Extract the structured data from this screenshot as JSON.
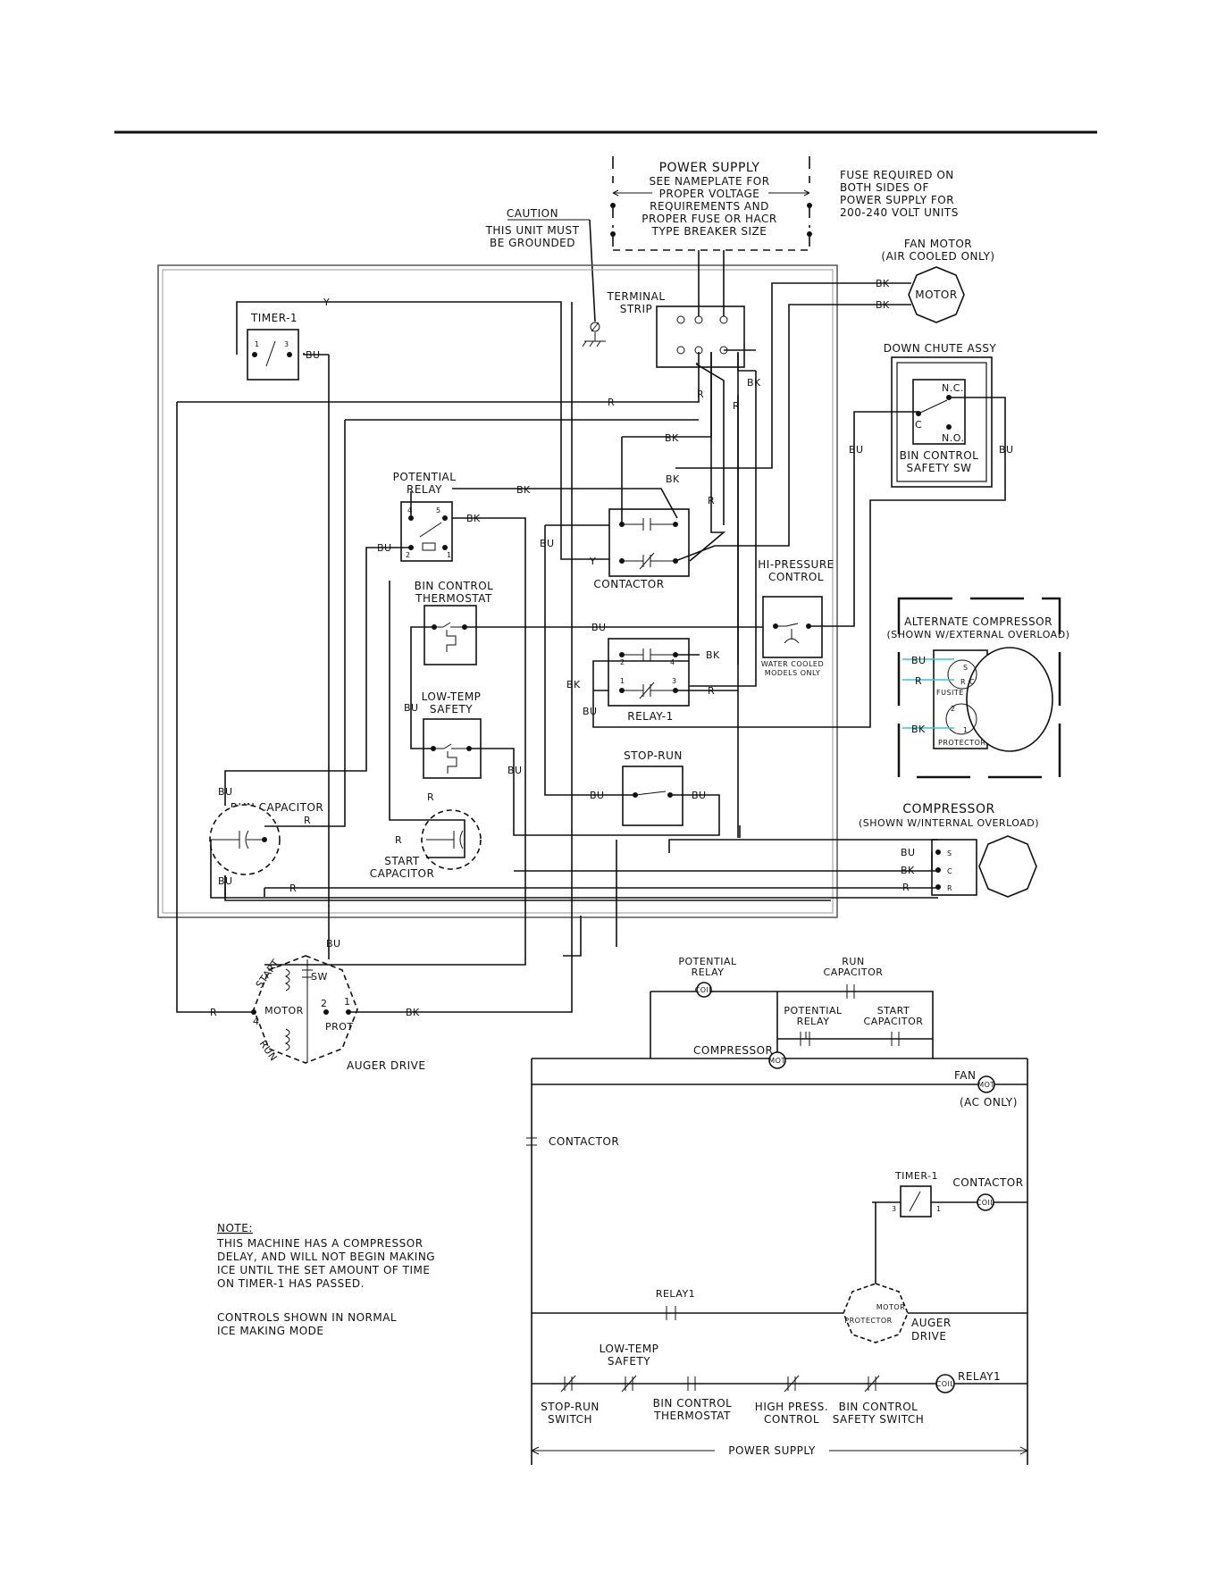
{
  "power_supply": {
    "title": "POWER SUPPLY",
    "lines": [
      "SEE NAMEPLATE FOR",
      "PROPER VOLTAGE",
      "REQUIREMENTS AND",
      "PROPER FUSE OR HACR",
      "TYPE BREAKER SIZE"
    ]
  },
  "fuse_note": [
    "FUSE REQUIRED ON",
    "BOTH SIDES OF",
    "POWER SUPPLY FOR",
    "200-240 VOLT UNITS"
  ],
  "caution": {
    "title": "CAUTION",
    "lines": [
      "THIS UNIT MUST",
      "BE GROUNDED"
    ]
  },
  "fan_motor": {
    "title": "FAN MOTOR",
    "subtitle": "(AIR COOLED ONLY)",
    "label": "MOTOR"
  },
  "terminal_strip": [
    "TERMINAL",
    "STRIP"
  ],
  "timer": {
    "label": "TIMER-1",
    "t1": "1",
    "t3": "3"
  },
  "down_chute": {
    "title": "DOWN CHUTE ASSY",
    "nc": "N.C.",
    "no": "N.O.",
    "c": "C",
    "label": [
      "BIN CONTROL",
      "SAFETY SW"
    ]
  },
  "potential_relay": {
    "label": [
      "POTENTIAL",
      "RELAY"
    ],
    "t4": "4",
    "t5": "5",
    "t2": "2",
    "t1": "1"
  },
  "contactor": {
    "label": "CONTACTOR"
  },
  "hi_pressure": {
    "label": [
      "HI-PRESSURE",
      "CONTROL"
    ],
    "note": [
      "WATER COOLED",
      "MODELS ONLY"
    ]
  },
  "bin_thermostat": {
    "label": [
      "BIN CONTROL",
      "THERMOSTAT"
    ]
  },
  "relay1": {
    "label": "RELAY-1",
    "t2": "2",
    "t4": "4",
    "t1": "1",
    "t3": "3"
  },
  "low_temp": {
    "label": [
      "LOW-TEMP",
      "SAFETY"
    ]
  },
  "stop_run": {
    "label": "STOP-RUN"
  },
  "alt_compressor": {
    "title": "ALTERNATE COMPRESSOR",
    "subtitle": "(SHOWN W/EXTERNAL OVERLOAD)",
    "fusite": "FUSITE",
    "protector": "PROTECTOR",
    "wire_bu": "BU",
    "wire_r": "R",
    "wire_bk": "BK",
    "ts": "S",
    "tc": "C",
    "tr": "R",
    "t2": "2",
    "t1": "1"
  },
  "run_capacitor": {
    "label": "RUN CAPACITOR"
  },
  "start_capacitor": {
    "label": [
      "START",
      "CAPACITOR"
    ]
  },
  "compressor": {
    "title": "COMPRESSOR",
    "subtitle": "(SHOWN W/INTERNAL OVERLOAD)",
    "ts": "S",
    "tc": "C",
    "tr": "R"
  },
  "auger": {
    "label": "AUGER DRIVE",
    "start": "START",
    "run": "RUN",
    "motor": "MOTOR",
    "sw": "SW",
    "prot": "PROT",
    "t1": "1",
    "t2": "2",
    "t4": "4"
  },
  "wire_codes": {
    "bu": "BU",
    "bk": "BK",
    "r": "R",
    "y": "Y"
  },
  "note": {
    "title": "NOTE:",
    "lines": [
      "THIS MACHINE HAS A COMPRESSOR",
      "DELAY, AND WILL NOT BEGIN MAKING",
      "ICE UNTIL THE SET AMOUNT OF TIME",
      "ON TIMER-1 HAS PASSED."
    ],
    "controls": [
      "CONTROLS SHOWN IN NORMAL",
      "ICE MAKING MODE"
    ]
  },
  "ladder": {
    "potential_relay": [
      "POTENTIAL",
      "RELAY"
    ],
    "run_capacitor": [
      "RUN",
      "CAPACITOR"
    ],
    "potential_relay2": [
      "POTENTIAL",
      "RELAY"
    ],
    "start_capacitor": [
      "START",
      "CAPACITOR"
    ],
    "coil": "COIL",
    "mot": "MOT",
    "compressor": "COMPRESSOR",
    "fan": "FAN",
    "ac_only": "(AC ONLY)",
    "contactor": "CONTACTOR",
    "timer": "TIMER-1",
    "t3": "3",
    "t1": "1",
    "contactor_coil": "CONTACTOR",
    "relay1": "RELAY1",
    "motor": "MOTOR",
    "protector": "PROTECTOR",
    "auger": [
      "AUGER",
      "DRIVE"
    ],
    "low_temp": [
      "LOW-TEMP",
      "SAFETY"
    ],
    "relay1_coil": "RELAY1",
    "stop_run": [
      "STOP-RUN",
      "SWITCH"
    ],
    "bin_thermostat": [
      "BIN CONTROL",
      "THERMOSTAT"
    ],
    "high_press": [
      "HIGH PRESS.",
      "CONTROL"
    ],
    "bin_safety": [
      "BIN CONTROL",
      "SAFETY SWITCH"
    ],
    "power_supply": "POWER SUPPLY"
  }
}
